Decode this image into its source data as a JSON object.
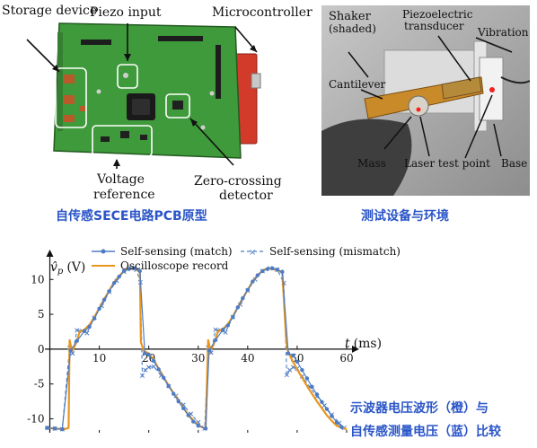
{
  "colors": {
    "caption_blue": "#2a55c8",
    "self_sensing": "#4d7cc4",
    "oscilloscope": "#e8961e",
    "pcb_green": "#3e9a3a",
    "microcontroller_red": "#d23a2a",
    "cantilever_copper": "#c98a2a"
  },
  "pcb_photo": {
    "label_storage": "Storage device",
    "label_piezo_input": "Piezo input",
    "label_microcontroller": "Microcontroller",
    "label_voltage_ref_1": "Voltage",
    "label_voltage_ref_2": "reference",
    "label_zero_cross_1": "Zero-crossing",
    "label_zero_cross_2": "detector",
    "caption": "自传感SECE电路PCB原型"
  },
  "setup_photo": {
    "label_shaker": "Shaker",
    "label_shaded": "(shaded)",
    "label_piezo_1": "Piezoelectric",
    "label_piezo_2": "transducer",
    "label_vibration": "Vibration",
    "label_cantilever": "Cantilever",
    "label_mass": "Mass",
    "label_laser": "Laser test point",
    "label_base": "Base",
    "caption": "测试设备与环境"
  },
  "comparison_caption": {
    "line1": "示波器电压波形（橙）与",
    "line2": "自传感测量电压（蓝）比较"
  },
  "chart_data": {
    "type": "line",
    "ylabel_symbol": "v̂",
    "ylabel_sub": "p",
    "ylabel_unit": "(V)",
    "xlabel_symbol": "t",
    "xlabel_unit": "(ms)",
    "xlim": [
      -1,
      60
    ],
    "ylim": [
      -12,
      13
    ],
    "xticks": [
      "10",
      "20",
      "30",
      "40",
      "50",
      "60"
    ],
    "xtick_values": [
      10,
      20,
      30,
      40,
      50,
      60
    ],
    "yticks": [
      "10",
      "5",
      "0",
      "-5",
      "-10"
    ],
    "ytick_values": [
      10,
      5,
      0,
      -5,
      -10
    ],
    "legend": {
      "match": "Self-sensing (match)",
      "mismatch": "Self-sensing (mismatch)",
      "osc": "Oscilloscope record"
    },
    "series": [
      {
        "name": "Oscilloscope record",
        "x": [
          -1,
          1,
          3,
          3.8,
          4,
          4.5,
          5,
          5.5,
          6,
          7,
          8,
          9,
          10,
          11,
          12,
          13,
          14,
          15,
          16,
          17,
          17.8,
          18.2,
          18.4,
          19,
          20,
          21,
          22,
          23,
          24,
          25,
          26,
          27,
          28,
          29,
          30,
          31,
          31.5,
          32,
          32.5,
          33,
          33.5,
          34,
          35,
          36,
          37,
          38,
          39,
          40,
          41,
          42,
          43,
          44,
          45,
          46,
          47,
          47.8,
          48.2,
          48.4,
          49,
          50,
          51,
          52,
          53,
          54,
          55,
          56,
          57,
          58,
          59,
          60
        ],
        "y": [
          -11.3,
          -11.4,
          -11.5,
          -11.3,
          1.3,
          -0.3,
          0.4,
          1.2,
          2.5,
          2.8,
          3.5,
          4.6,
          5.9,
          7.2,
          8.4,
          9.6,
          10.5,
          11.2,
          11.6,
          11.5,
          11.3,
          11.2,
          1.0,
          -0.3,
          -0.6,
          -1.5,
          -2.8,
          -4.0,
          -5.2,
          -6.3,
          -7.4,
          -8.4,
          -9.4,
          -10.2,
          -10.9,
          -11.3,
          -11.4,
          1.3,
          -0.2,
          0.5,
          1.4,
          2.6,
          2.9,
          3.6,
          4.7,
          6.0,
          7.3,
          8.5,
          9.7,
          10.6,
          11.3,
          11.6,
          11.5,
          11.3,
          11.0,
          1.0,
          -0.4,
          -0.7,
          -1.6,
          -2.9,
          -4.1,
          -5.3,
          -6.4,
          -7.5,
          -8.5,
          -9.5,
          -10.3,
          -11.0,
          -11.3,
          -11.5
        ]
      },
      {
        "name": "Self-sensing (match)",
        "x": [
          -0.5,
          1,
          2.5,
          4.2,
          5.5,
          7,
          8,
          9,
          10,
          11,
          12,
          13,
          14,
          15,
          16,
          17,
          18.2,
          19.2,
          20,
          21,
          22,
          23,
          24,
          25,
          26,
          27,
          28,
          29,
          30,
          31.5,
          32.2,
          33.5,
          35,
          36,
          37,
          38,
          39,
          40,
          41,
          42,
          43,
          44,
          45,
          46,
          47,
          48.2,
          49.2,
          50,
          51,
          52,
          53,
          54,
          55,
          56,
          57,
          58,
          59
        ],
        "y": [
          -11.3,
          -11.4,
          -11.5,
          -0.2,
          1.2,
          2.6,
          3.2,
          4.4,
          5.8,
          7.1,
          8.3,
          9.5,
          10.4,
          11.2,
          11.5,
          11.6,
          11.2,
          -0.6,
          -0.8,
          -1.7,
          -2.9,
          -4.1,
          -5.3,
          -6.4,
          -7.5,
          -8.5,
          -9.5,
          -10.4,
          -11.0,
          -11.4,
          -0.2,
          1.3,
          2.8,
          3.4,
          4.6,
          6.0,
          7.3,
          8.5,
          9.7,
          10.6,
          11.2,
          11.5,
          11.6,
          11.4,
          11.1,
          -0.6,
          -0.9,
          -1.8,
          -3.0,
          -4.2,
          -5.4,
          -6.5,
          -7.6,
          -8.6,
          -9.6,
          -10.5,
          -11.2
        ]
      },
      {
        "name": "Self-sensing (mismatch)",
        "x": [
          -0.5,
          1,
          2.5,
          4.0,
          4.6,
          5.5,
          6.5,
          7.5,
          9,
          10.5,
          12,
          13.5,
          15,
          16.5,
          17.5,
          18.3,
          18.7,
          19.3,
          20,
          21,
          22.5,
          24,
          25.5,
          27,
          28.5,
          30,
          31.3,
          32.0,
          32.6,
          33.5,
          34.5,
          35.5,
          37,
          38.5,
          40,
          41.5,
          43,
          44.5,
          46,
          47.3,
          47.9,
          48.5,
          49.2,
          50,
          51,
          52.5,
          54,
          55.5,
          57,
          58.5,
          59.5
        ],
        "y": [
          -11.3,
          -11.4,
          -11.5,
          0.2,
          -0.6,
          2.7,
          2.6,
          2.3,
          4.5,
          6.2,
          8.2,
          9.8,
          11.1,
          11.6,
          11.4,
          9.6,
          -3.8,
          -3.0,
          -2.6,
          -2.5,
          -3.8,
          -5.3,
          -6.7,
          -8.0,
          -9.3,
          -10.5,
          -11.4,
          0.2,
          -0.5,
          2.8,
          2.7,
          2.4,
          4.6,
          6.4,
          8.4,
          10.0,
          11.2,
          11.6,
          11.4,
          9.5,
          -3.7,
          -3.0,
          -2.6,
          -2.8,
          -3.9,
          -5.4,
          -6.8,
          -8.1,
          -9.4,
          -10.6,
          -11.3
        ]
      }
    ]
  }
}
